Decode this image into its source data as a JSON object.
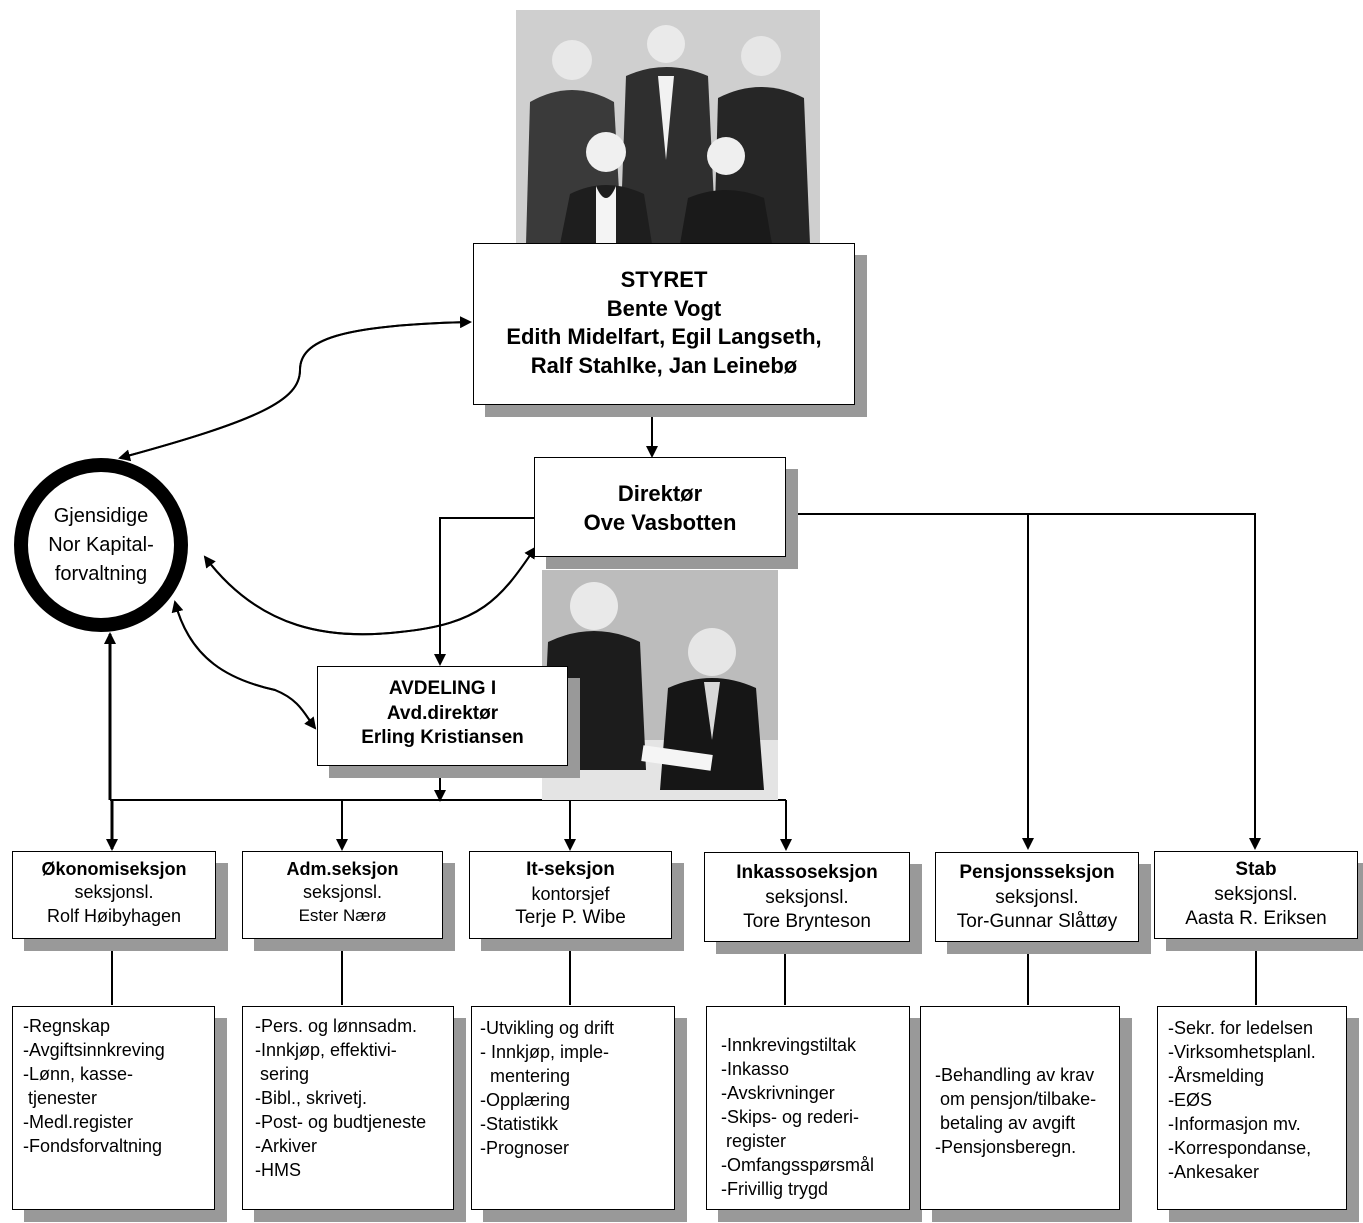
{
  "board": {
    "title": "STYRET",
    "chair": "Bente Vogt",
    "members_1": "Edith Midelfart, Egil Langseth,",
    "members_2": "Ralf Stahlke, Jan Leinebø"
  },
  "director": {
    "title": "Direktør",
    "name": "Ove Vasbotten"
  },
  "external": {
    "line1": "Gjensidige",
    "line2": "Nor Kapital-",
    "line3": "forvaltning"
  },
  "division": {
    "line1": "AVDELING I",
    "line2": "Avd.direktør",
    "line3": "Erling Kristiansen"
  },
  "sections": [
    {
      "name": "Økonomiseksjon",
      "role": "seksjonsl.",
      "person": "Rolf Høibyhagen",
      "tasks": [
        "-Regnskap",
        "-Avgiftsinnkreving",
        "-Lønn, kasse-",
        " tjenester",
        "-Medl.register",
        "-Fondsforvaltning"
      ]
    },
    {
      "name": "Adm.seksjon",
      "role": "seksjonsl.",
      "person": "Ester Nærø",
      "tasks": [
        "-Pers. og lønnsadm.",
        "-Innkjøp, effektivi-",
        " sering",
        "-Bibl., skrivetj.",
        "-Post- og budtjeneste",
        "-Arkiver",
        "-HMS"
      ]
    },
    {
      "name": "It-seksjon",
      "role": "kontorsjef",
      "person": "Terje P. Wibe",
      "tasks": [
        "-Utvikling og drift",
        "- Innkjøp, imple-",
        "  mentering",
        "-Opplæring",
        "-Statistikk",
        "-Prognoser"
      ]
    },
    {
      "name": "Inkassoseksjon",
      "role": "seksjonsl.",
      "person": "Tore Brynteson",
      "tasks": [
        "-Innkrevingstiltak",
        "-Inkasso",
        "-Avskrivninger",
        "-Skips- og rederi-",
        " register",
        "-Omfangsspørsmål",
        "-Frivillig trygd"
      ]
    },
    {
      "name": "Pensjonsseksjon",
      "role": "seksjonsl.",
      "person": "Tor-Gunnar Slåttøy",
      "tasks": [
        "-Behandling av krav",
        " om pensjon/tilbake-",
        " betaling av avgift",
        "-Pensjonsberegn."
      ]
    },
    {
      "name": "Stab",
      "role": "seksjonsl.",
      "person": "Aasta R. Eriksen",
      "tasks": [
        "-Sekr. for ledelsen",
        "-Virksomhetsplanl.",
        "-Årsmelding",
        "-EØS",
        "-Informasjon mv.",
        "-Korrespondanse,",
        "-Ankesaker"
      ]
    }
  ],
  "colors": {
    "shadow": "#999999",
    "line": "#000000",
    "photo_bg": "#b0b0b0"
  },
  "images": [
    "board-group-photo",
    "director-photo"
  ]
}
